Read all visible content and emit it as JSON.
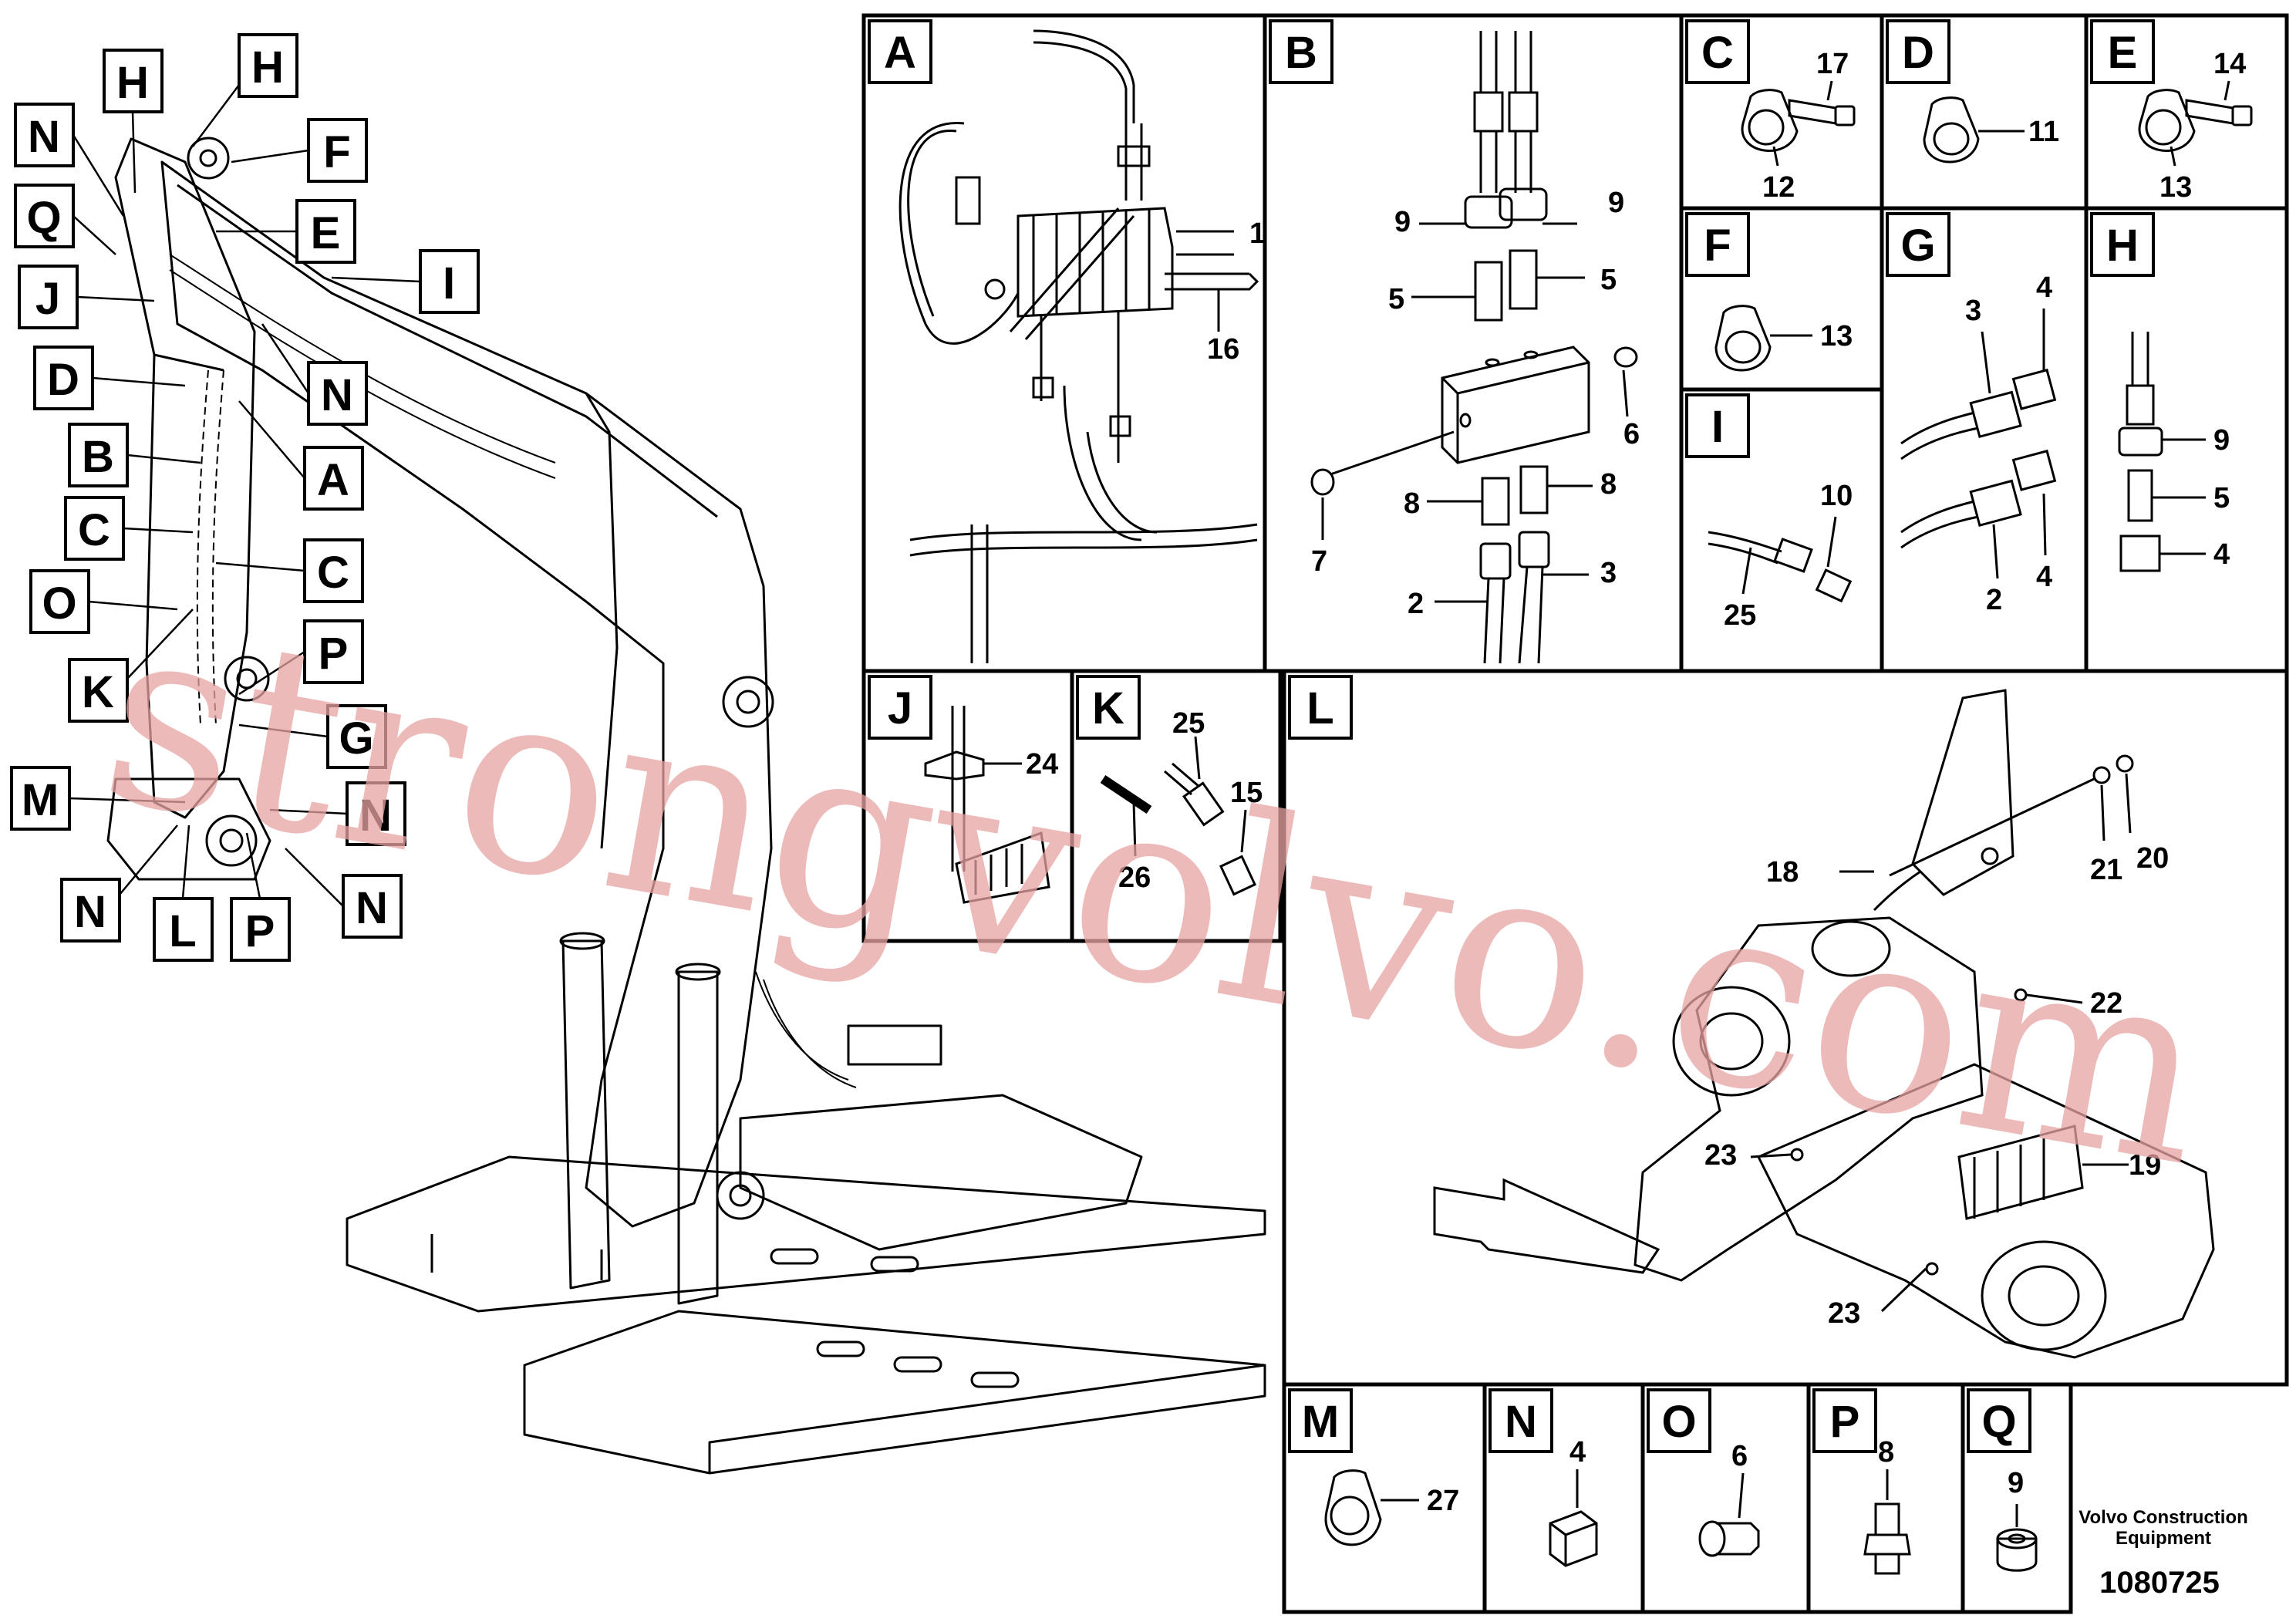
{
  "main_labels": [
    "H",
    "H",
    "N",
    "F",
    "Q",
    "E",
    "I",
    "J",
    "N",
    "D",
    "A",
    "B",
    "C",
    "C",
    "O",
    "P",
    "K",
    "G",
    "M",
    "N",
    "N",
    "L",
    "P",
    "N"
  ],
  "panels": {
    "A": {
      "letter": "A",
      "callouts": [
        "1",
        "16"
      ]
    },
    "B": {
      "letter": "B",
      "callouts": [
        "9",
        "9",
        "5",
        "5",
        "6",
        "8",
        "8",
        "7",
        "2",
        "3"
      ]
    },
    "C": {
      "letter": "C",
      "callouts": [
        "17",
        "12"
      ]
    },
    "D": {
      "letter": "D",
      "callouts": [
        "11"
      ]
    },
    "E": {
      "letter": "E",
      "callouts": [
        "14",
        "13"
      ]
    },
    "F": {
      "letter": "F",
      "callouts": [
        "13"
      ]
    },
    "G": {
      "letter": "G",
      "callouts": [
        "3",
        "4",
        "2",
        "4"
      ]
    },
    "H": {
      "letter": "H",
      "callouts": [
        "9",
        "5",
        "4"
      ]
    },
    "I": {
      "letter": "I",
      "callouts": [
        "10",
        "25"
      ]
    },
    "J": {
      "letter": "J",
      "callouts": [
        "24"
      ]
    },
    "K": {
      "letter": "K",
      "callouts": [
        "25",
        "15",
        "26"
      ]
    },
    "L": {
      "letter": "L",
      "callouts": [
        "18",
        "21",
        "20",
        "22",
        "23",
        "19",
        "23"
      ]
    },
    "M": {
      "letter": "M",
      "callouts": [
        "27"
      ]
    },
    "N": {
      "letter": "N",
      "callouts": [
        "4"
      ]
    },
    "O": {
      "letter": "O",
      "callouts": [
        "6"
      ]
    },
    "P": {
      "letter": "P",
      "callouts": [
        "8"
      ]
    },
    "Q": {
      "letter": "Q",
      "callouts": [
        "9"
      ]
    }
  },
  "footer": {
    "brand_line1": "Volvo Construction",
    "brand_line2": "Equipment",
    "drawing_number": "1080725"
  },
  "watermark": "strongvolvo.com"
}
